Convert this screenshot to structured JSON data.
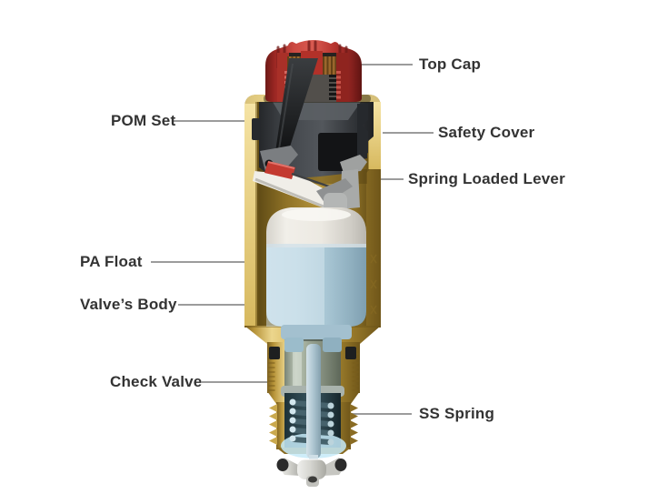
{
  "diagram": {
    "name": "Automatic air vent valve cutaway diagram",
    "background": "#ffffff",
    "label_color": "#333333",
    "leader_color": "#9c9c9c",
    "labels": [
      {
        "id": "top-cap",
        "text": "Top Cap",
        "side": "right"
      },
      {
        "id": "pom-set",
        "text": "POM Set",
        "side": "left"
      },
      {
        "id": "safety-cover",
        "text": "Safety Cover",
        "side": "right"
      },
      {
        "id": "spring-loaded-lever",
        "text": "Spring Loaded Lever",
        "side": "right"
      },
      {
        "id": "pa-float",
        "text": "PA Float",
        "side": "left"
      },
      {
        "id": "valves-body",
        "text": "Valve’s Body",
        "side": "left"
      },
      {
        "id": "check-valve",
        "text": "Check Valve",
        "side": "left"
      },
      {
        "id": "ss-spring",
        "text": "SS Spring",
        "side": "right"
      }
    ],
    "part_colors": {
      "top_cap_red": "#c23b34",
      "body_brass": "#c9a94f",
      "safety_cover_charcoal": "#3c4044",
      "pom_black": "#1a1c1e",
      "float_blue": "#b9d3e0",
      "float_white": "#ece9e3",
      "lever_white": "#efede7",
      "spring_teal": "#2e4a54",
      "copper_seal": "#9a6a30"
    }
  }
}
